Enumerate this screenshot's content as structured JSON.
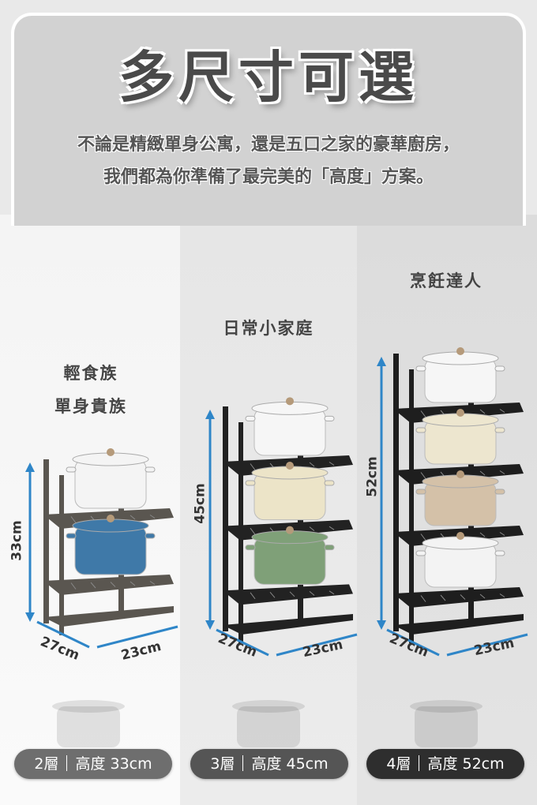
{
  "header": {
    "title": "多尺寸可選",
    "subtitle_line1": "不論是精緻單身公寓，還是五口之家的豪華廚房，",
    "subtitle_line2": "我們都為你準備了最完美的「高度」方案。"
  },
  "options": [
    {
      "name_lines": [
        "輕食族",
        "單身貴族"
      ],
      "tiers": 2,
      "height_label": "33cm",
      "depth_label": "27cm",
      "width_label": "23cm",
      "pill_tier": "2層",
      "pill_height": "高度 33cm",
      "pill_color": "#6e6e6e",
      "rack_color": "#5a5650",
      "pots": [
        "#f4f4f4",
        "#3f79a8"
      ]
    },
    {
      "name_lines": [
        "日常小家庭"
      ],
      "tiers": 3,
      "height_label": "45cm",
      "depth_label": "27cm",
      "width_label": "23cm",
      "pill_tier": "3層",
      "pill_height": "高度 45cm",
      "pill_color": "#555555",
      "rack_color": "#222222",
      "pots": [
        "#f6f6f6",
        "#ece4c8",
        "#7fa078"
      ]
    },
    {
      "name_lines": [
        "烹飪達人"
      ],
      "tiers": 4,
      "height_label": "52cm",
      "depth_label": "27cm",
      "width_label": "23cm",
      "pill_tier": "4層",
      "pill_height": "高度 52cm",
      "pill_color": "#2e2e2e",
      "rack_color": "#1e1e1e",
      "pots": [
        "#f6f6f6",
        "#ede6cf",
        "#d4c1a8",
        "#f3f3f3"
      ]
    }
  ],
  "colors": {
    "dimension_arrow": "#2f86c8"
  }
}
